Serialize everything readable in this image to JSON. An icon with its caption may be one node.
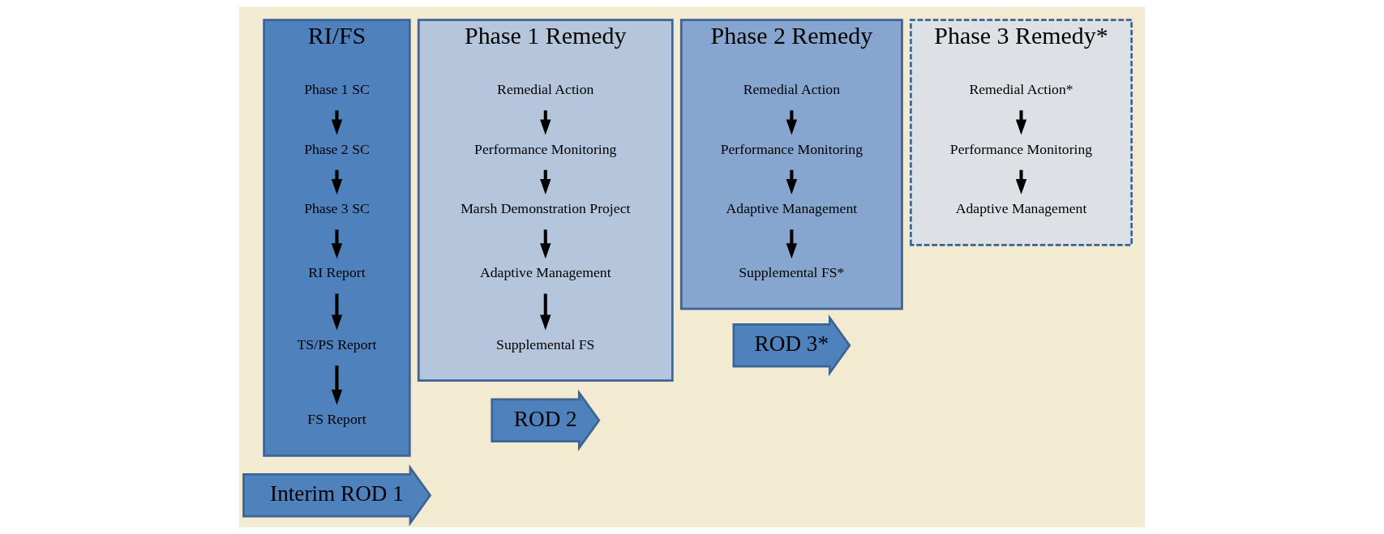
{
  "diagram": {
    "nodes": [
      {
        "text": [
          "RI/FS"
        ]
      },
      {
        "text": [
          "Phase 1 SC"
        ],
        "in": 0
      },
      {
        "text": [
          "Phase 2 SC"
        ],
        "in": 0
      },
      {
        "text": [
          "Phase 3 SC"
        ],
        "in": 0
      },
      {
        "text": [
          "RI Report"
        ],
        "in": 0
      },
      {
        "text": [
          "TS/PS Report"
        ],
        "in": 0
      },
      {
        "text": [
          "FS Report"
        ],
        "in": 0
      },
      {
        "text": [
          "Interim ROD 1"
        ]
      },
      {
        "text": [
          "Phase 1 Remedy"
        ]
      },
      {
        "text": [
          "Remedial Action"
        ],
        "in": 8
      },
      {
        "text": [
          "Performance Monitoring"
        ],
        "in": 8
      },
      {
        "text": [
          "Marsh Demonstration Project"
        ],
        "in": 8
      },
      {
        "text": [
          "Adaptive Management"
        ],
        "in": 8
      },
      {
        "text": [
          "Supplemental FS"
        ],
        "in": 8
      },
      {
        "text": [
          "ROD 2"
        ]
      },
      {
        "text": [
          "Phase 2 Remedy"
        ]
      },
      {
        "text": [
          "Remedial Action"
        ],
        "in": 15
      },
      {
        "text": [
          "Performance Monitoring"
        ],
        "in": 15
      },
      {
        "text": [
          "Adaptive Management"
        ],
        "in": 15
      },
      {
        "text": [
          "Supplemental FS*"
        ],
        "in": 15
      },
      {
        "text": [
          "ROD 3*"
        ]
      },
      {
        "text": [
          "Phase 3 Remedy*"
        ]
      },
      {
        "text": [
          "Remedial Action*"
        ],
        "in": 21
      },
      {
        "text": [
          "Performance Monitoring"
        ],
        "in": 21
      },
      {
        "text": [
          "Adaptive Management"
        ],
        "in": 21
      }
    ],
    "edges": [
      {
        "from": 1,
        "to": 2,
        "arrow": "to"
      },
      {
        "from": 2,
        "to": 3,
        "arrow": "to"
      },
      {
        "from": 3,
        "to": 4,
        "arrow": "to"
      },
      {
        "from": 4,
        "to": 5,
        "arrow": "to"
      },
      {
        "from": 5,
        "to": 6,
        "arrow": "to"
      },
      {
        "from": 9,
        "to": 10,
        "arrow": "to"
      },
      {
        "from": 10,
        "to": 11,
        "arrow": "to"
      },
      {
        "from": 11,
        "to": 12,
        "arrow": "to"
      },
      {
        "from": 12,
        "to": 13,
        "arrow": "to"
      },
      {
        "from": 16,
        "to": 17,
        "arrow": "to"
      },
      {
        "from": 17,
        "to": 18,
        "arrow": "to"
      },
      {
        "from": 18,
        "to": 19,
        "arrow": "to"
      },
      {
        "from": 22,
        "to": 23,
        "arrow": "to"
      },
      {
        "from": 23,
        "to": 24,
        "arrow": "to"
      }
    ]
  }
}
